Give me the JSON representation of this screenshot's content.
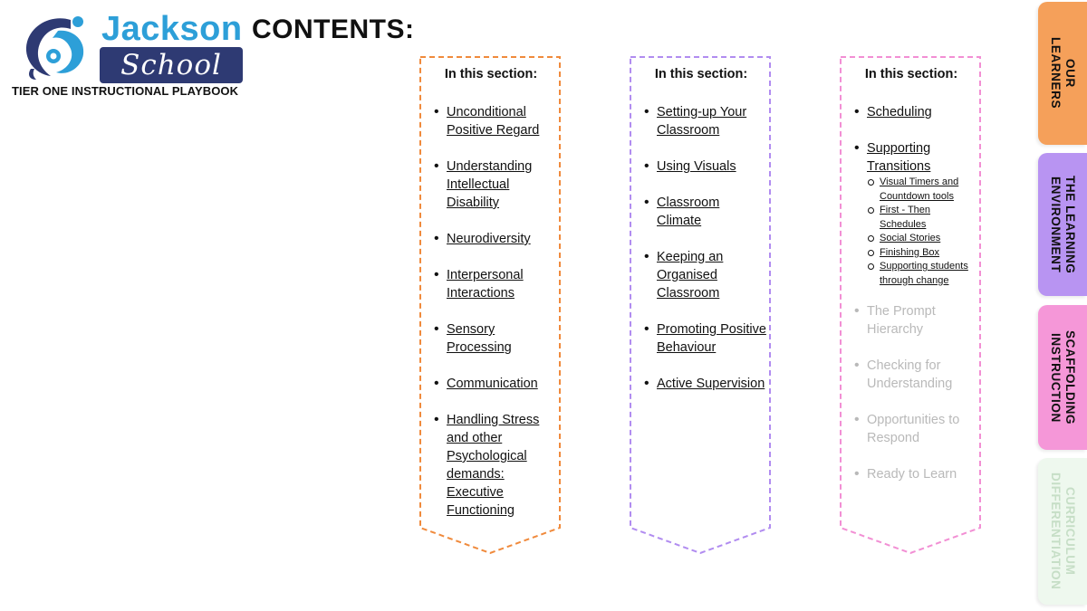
{
  "logo": {
    "word1": "Jackson",
    "word2": "School"
  },
  "subtitle": "TIER ONE INSTRUCTIONAL PLAYBOOK",
  "page_title": "CONTENTS:",
  "colors": {
    "orange": "#f08a3c",
    "purple": "#b18cf0",
    "pink": "#f28fd4",
    "green": "#c9ecc9",
    "brand_blue": "#2d9fd8",
    "brand_navy": "#2e3a73"
  },
  "columns": [
    {
      "heading": "In this section:",
      "items": [
        {
          "label": "Unconditional Positive Regard"
        },
        {
          "label": "Understanding Intellectual Disability"
        },
        {
          "label": "Neurodiversity"
        },
        {
          "label": "Interpersonal Interactions"
        },
        {
          "label": "Sensory Processing"
        },
        {
          "label": "Communication"
        },
        {
          "label": "Handling Stress and other Psychological demands: Executive Functioning"
        }
      ]
    },
    {
      "heading": "In this section:",
      "items": [
        {
          "label": "Setting-up Your Classroom"
        },
        {
          "label": "Using Visuals"
        },
        {
          "label": "Classroom Climate"
        },
        {
          "label": "Keeping an Organised Classroom"
        },
        {
          "label": "Promoting Positive Behaviour"
        },
        {
          "label": "Active Supervision"
        }
      ]
    },
    {
      "heading": "In this section:",
      "items": [
        {
          "label": "Scheduling"
        },
        {
          "label": "Supporting Transitions",
          "sub": [
            "Visual Timers and Countdown tools",
            "First - Then Schedules",
            "Social Stories",
            "Finishing Box",
            "Supporting students through change"
          ]
        },
        {
          "label": "The Prompt Hierarchy"
        },
        {
          "label": "Checking for Understanding"
        },
        {
          "label": "Opportunities to Respond"
        },
        {
          "label": "Ready to Learn"
        }
      ]
    }
  ],
  "tabs": [
    {
      "label": "OUR\nLEARNERS"
    },
    {
      "label": "THE LEARNING\nENVIRONMENT"
    },
    {
      "label": "SCAFFOLDING\nINSTRUCTION"
    },
    {
      "label": "CURRICULUM\nDIFFERENTIATION"
    }
  ]
}
